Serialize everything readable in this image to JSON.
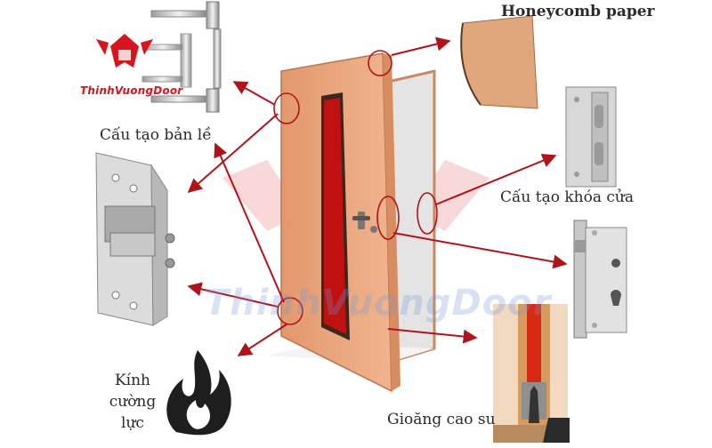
{
  "labels": {
    "hinge": "Cấu tạo bản lề",
    "lock": "Cấu tạo khóa cửa",
    "honeycomb": "Honeycomb paper",
    "glass_line1": "Kính",
    "glass_line2": "cường lực",
    "seal": "Gioăng cao su"
  },
  "brand": {
    "logo_text": "ThinhVuongDoor",
    "watermark_text": "ThinhVuongDoor"
  },
  "colors": {
    "arrow": "#b0141a",
    "door": "#e9a77e",
    "door_edge": "#c8855c",
    "glass": "#c01010",
    "frame": "#d9a07a",
    "brand_red": "#d8141c",
    "watermark_blue": "#7e96dc"
  },
  "icons": [
    "hinge-icon",
    "lock-plate-icon",
    "mortise-lock-icon",
    "fire-icon",
    "honeycomb-panel-icon",
    "rubber-seal-icon",
    "logo-emblem-icon"
  ]
}
